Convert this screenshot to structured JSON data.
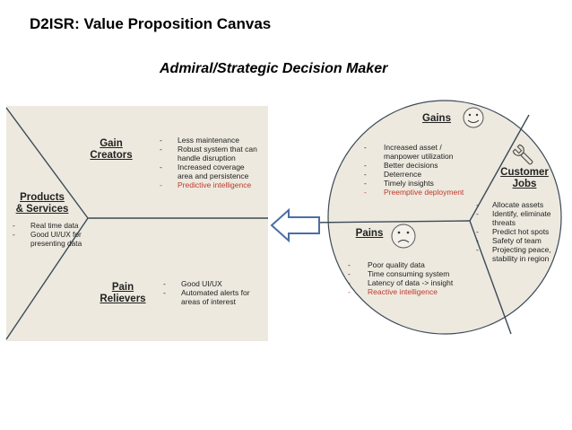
{
  "title": "D2ISR: Value Proposition Canvas",
  "subtitle": "Admiral/Strategic Decision Maker",
  "value_map": {
    "products_services": {
      "label_line1": "Products",
      "label_line2": "& Services",
      "items": [
        "Real time data",
        "Good UI/UX for presenting data"
      ]
    },
    "gain_creators": {
      "label": "Gain Creators",
      "items": [
        {
          "text": "Less maintenance",
          "highlight": false
        },
        {
          "text": "Robust system that can handle disruption",
          "highlight": false
        },
        {
          "text": "Increased coverage area and persistence",
          "highlight": false
        },
        {
          "text": "Predictive intelligence",
          "highlight": true
        }
      ]
    },
    "pain_relievers": {
      "label_line1": "Pain",
      "label_line2": "Relievers",
      "items": [
        "Good UI/UX",
        "Automated alerts for areas of interest"
      ]
    }
  },
  "customer_profile": {
    "gains": {
      "label": "Gains",
      "icon": "smiley-face-icon",
      "items": [
        {
          "text": "Increased asset / manpower utilization",
          "highlight": false
        },
        {
          "text": "Better decisions",
          "highlight": false
        },
        {
          "text": "Deterrence",
          "highlight": false
        },
        {
          "text": "Timely insights",
          "highlight": false
        },
        {
          "text": "Preemptive deployment",
          "highlight": true
        }
      ]
    },
    "customer_jobs": {
      "label_line1": "Customer",
      "label_line2": "Jobs",
      "icon": "wrench-icon",
      "items": [
        "Allocate assets",
        "Identify, eliminate threats",
        "Predict hot spots",
        "Safety of team",
        "Projecting peace, stability in region"
      ]
    },
    "pains": {
      "label": "Pains",
      "icon": "frowning-face-icon",
      "items": [
        {
          "text": "Poor quality data",
          "highlight": false
        },
        {
          "text": "Time consuming system",
          "highlight": false
        },
        {
          "text": "Latency of data -> insight",
          "highlight": false
        },
        {
          "text": "Reactive intelligence",
          "highlight": true
        }
      ]
    }
  },
  "dash": "-",
  "colors": {
    "canvas_bg": "#ede9df",
    "circle_bg": "#ede9df",
    "line": "#3c4a57",
    "highlight": "#c0392b",
    "arrow_fill": "#ffffff",
    "arrow_stroke": "#4a6fa5"
  }
}
